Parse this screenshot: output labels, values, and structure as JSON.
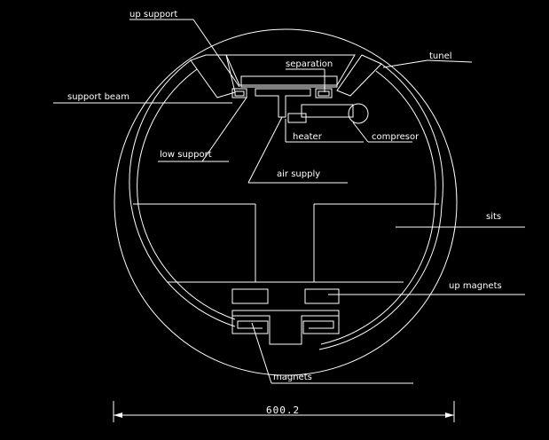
{
  "labels": {
    "up_support": "up support",
    "separation": "separation",
    "tunel": "tunel",
    "support_beam": "support beam",
    "heater": "heater",
    "compresor": "compresor",
    "low_support": "low support",
    "air_supply": "air supply",
    "sits": "sits",
    "up_magnets": "up magnets",
    "magnets": "magnets"
  },
  "dimension": {
    "value": "600.2"
  },
  "colors": {
    "background": "#000000",
    "line": "#ffffff"
  }
}
